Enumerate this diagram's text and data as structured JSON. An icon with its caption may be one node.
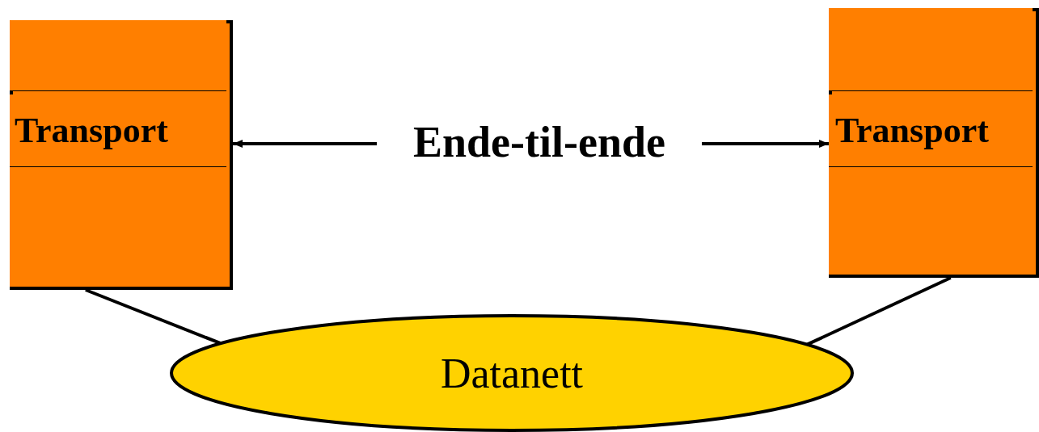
{
  "diagram": {
    "nodes": [
      {
        "text": [],
        "shape": "box"
      },
      {
        "text": [],
        "shape": "box",
        "in": 0
      },
      {
        "text": [
          "Transport"
        ],
        "in": 0
      },
      {
        "text": [],
        "shape": "box",
        "in": 0
      },
      {
        "text": [],
        "shape": "box"
      },
      {
        "text": [],
        "shape": "box",
        "in": 4
      },
      {
        "text": [
          "Transport"
        ],
        "in": 4
      },
      {
        "text": [],
        "shape": "box",
        "in": 4
      },
      {
        "text": [
          "Datanett"
        ]
      },
      {
        "text": [
          "Ende-til-ende"
        ]
      }
    ],
    "edges": [
      {
        "from": 9,
        "to": 2,
        "arrow": "to"
      },
      {
        "from": 9,
        "to": 6,
        "arrow": "to"
      },
      {
        "from": 0,
        "to": 8,
        "arrow": "none"
      },
      {
        "from": 4,
        "to": 8,
        "arrow": "none"
      }
    ]
  }
}
